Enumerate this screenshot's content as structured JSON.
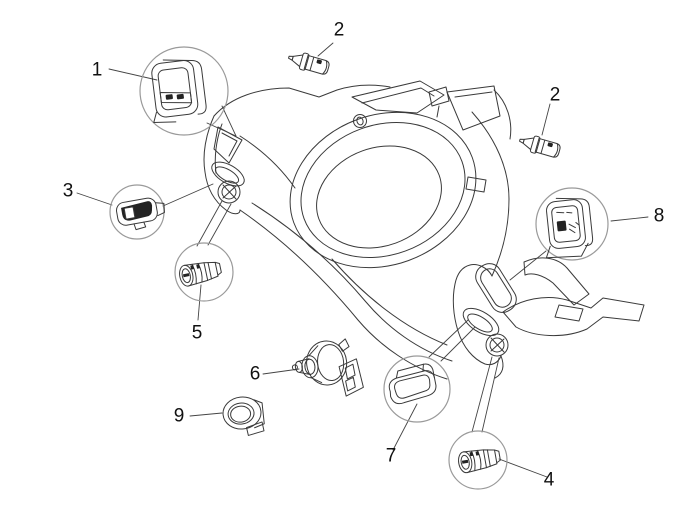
{
  "figure": {
    "description": "Exploded-view line diagram of a scooter handlebar cover with numbered switch, bulb and fitting callouts",
    "background_color": "#ffffff",
    "line_color": "#3a3a3a",
    "callout_circle_color": "#9a9a9a",
    "label_color": "#111111"
  },
  "callouts": [
    {
      "label": "1",
      "part": "rocker-switch"
    },
    {
      "label": "2",
      "part": "wedge-bulb"
    },
    {
      "label": "2",
      "part": "wedge-bulb"
    },
    {
      "label": "3",
      "part": "slide-switch"
    },
    {
      "label": "4",
      "part": "push-button-switch"
    },
    {
      "label": "5",
      "part": "push-button-switch"
    },
    {
      "label": "6",
      "part": "bulb-holder"
    },
    {
      "label": "7",
      "part": "blanking-cap"
    },
    {
      "label": "8",
      "part": "rocker-switch"
    },
    {
      "label": "9",
      "part": "ring-bezel"
    }
  ]
}
